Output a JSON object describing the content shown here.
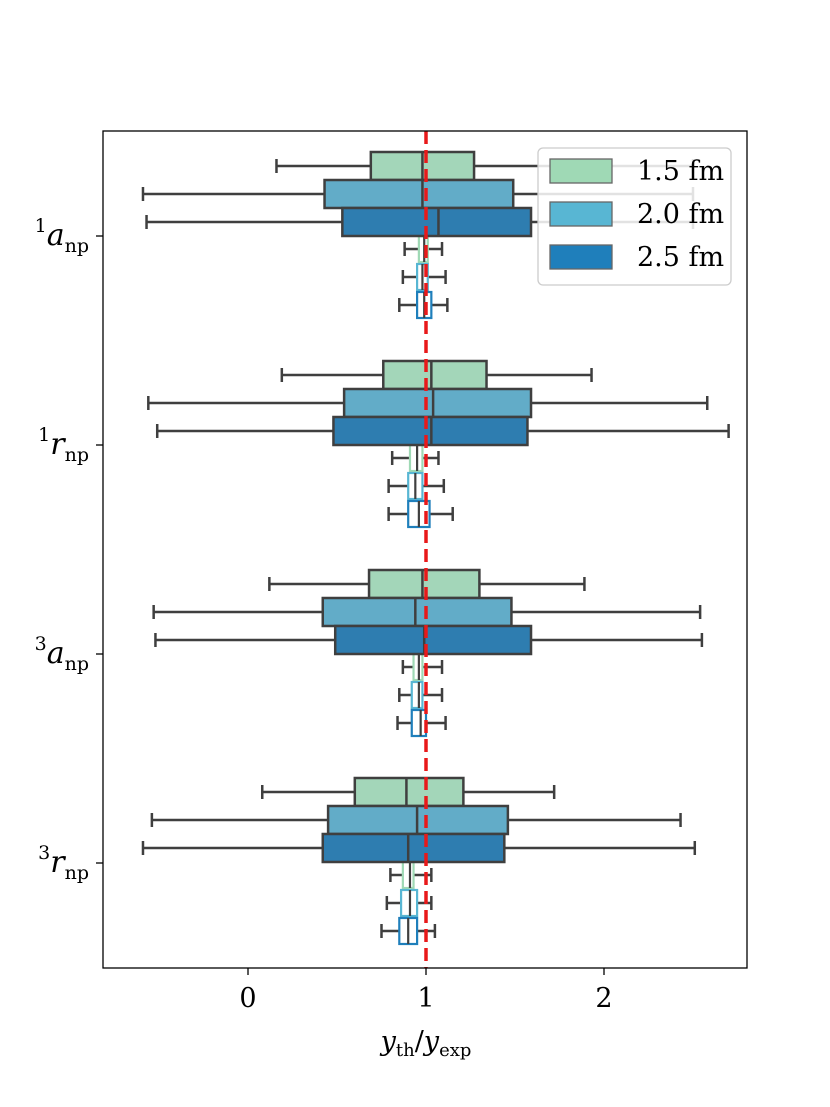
{
  "chart_data": {
    "type": "boxplot",
    "orientation": "horizontal",
    "title": "",
    "xlabel": {
      "main_1": "y",
      "sub_1": "th",
      "sep": "/",
      "main_2": "y",
      "sub_2": "exp"
    },
    "xlim": [
      -0.82,
      2.8
    ],
    "xticks": [
      {
        "value": 0,
        "label": "0"
      },
      {
        "value": 1,
        "label": "1"
      },
      {
        "value": 2,
        "label": "2"
      }
    ],
    "reference_line": {
      "x": 1,
      "color": "#e8191a",
      "style": "dashed"
    },
    "categories": [
      {
        "sup": "1",
        "main": "a",
        "sub": "np"
      },
      {
        "sup": "1",
        "main": "r",
        "sub": "np"
      },
      {
        "sup": "3",
        "main": "a",
        "sub": "np"
      },
      {
        "sup": "3",
        "main": "r",
        "sub": "np"
      }
    ],
    "legend": {
      "position": "upper right",
      "entries": [
        {
          "label": "1.5 fm",
          "color": "#9fd9b5"
        },
        {
          "label": "2.0 fm",
          "color": "#58b6d3"
        },
        {
          "label": "2.5 fm",
          "color": "#1f7fbb"
        }
      ]
    },
    "series": [
      {
        "name": "1.5 fm",
        "fill": "#a3d6b9",
        "color": "#9fd9b5",
        "wide": [
          {
            "whislo": 0.16,
            "q1": 0.69,
            "med": 0.98,
            "q3": 1.27,
            "whishi": 2.5
          },
          {
            "whislo": 0.19,
            "q1": 0.76,
            "med": 1.03,
            "q3": 1.34,
            "whishi": 1.93
          },
          {
            "whislo": 0.12,
            "q1": 0.68,
            "med": 0.98,
            "q3": 1.3,
            "whishi": 1.89
          },
          {
            "whislo": 0.08,
            "q1": 0.6,
            "med": 0.89,
            "q3": 1.21,
            "whishi": 1.72
          }
        ],
        "narrow": [
          {
            "whislo": 0.88,
            "q1": 0.96,
            "med": 0.99,
            "q3": 1.01,
            "whishi": 1.09
          },
          {
            "whislo": 0.81,
            "q1": 0.91,
            "med": 0.95,
            "q3": 0.98,
            "whishi": 1.07
          },
          {
            "whislo": 0.87,
            "q1": 0.93,
            "med": 0.96,
            "q3": 0.98,
            "whishi": 1.09
          },
          {
            "whislo": 0.8,
            "q1": 0.87,
            "med": 0.91,
            "q3": 0.93,
            "whishi": 1.03
          }
        ]
      },
      {
        "name": "2.0 fm",
        "fill": "#62acc8",
        "color": "#58b6d3",
        "wide": [
          {
            "whislo": -0.59,
            "q1": 0.43,
            "med": 0.98,
            "q3": 1.49,
            "whishi": 2.5
          },
          {
            "whislo": -0.56,
            "q1": 0.54,
            "med": 1.04,
            "q3": 1.59,
            "whishi": 2.58
          },
          {
            "whislo": -0.53,
            "q1": 0.42,
            "med": 0.94,
            "q3": 1.48,
            "whishi": 2.54
          },
          {
            "whislo": -0.54,
            "q1": 0.45,
            "med": 0.95,
            "q3": 1.46,
            "whishi": 2.43
          }
        ],
        "narrow": [
          {
            "whislo": 0.87,
            "q1": 0.95,
            "med": 0.98,
            "q3": 1.01,
            "whishi": 1.11
          },
          {
            "whislo": 0.79,
            "q1": 0.9,
            "med": 0.94,
            "q3": 0.98,
            "whishi": 1.1
          },
          {
            "whislo": 0.85,
            "q1": 0.92,
            "med": 0.96,
            "q3": 0.98,
            "whishi": 1.09
          },
          {
            "whislo": 0.78,
            "q1": 0.86,
            "med": 0.91,
            "q3": 0.95,
            "whishi": 1.03
          }
        ]
      },
      {
        "name": "2.5 fm",
        "fill": "#2e7db0",
        "color": "#1f7fbb",
        "wide": [
          {
            "whislo": -0.57,
            "q1": 0.53,
            "med": 1.07,
            "q3": 1.59,
            "whishi": 2.5
          },
          {
            "whislo": -0.51,
            "q1": 0.48,
            "med": 1.03,
            "q3": 1.57,
            "whishi": 2.7
          },
          {
            "whislo": -0.52,
            "q1": 0.49,
            "med": 0.99,
            "q3": 1.59,
            "whishi": 2.55
          },
          {
            "whislo": -0.59,
            "q1": 0.42,
            "med": 0.9,
            "q3": 1.44,
            "whishi": 2.51
          }
        ],
        "narrow": [
          {
            "whislo": 0.85,
            "q1": 0.95,
            "med": 0.99,
            "q3": 1.03,
            "whishi": 1.12
          },
          {
            "whislo": 0.79,
            "q1": 0.9,
            "med": 0.96,
            "q3": 1.02,
            "whishi": 1.15
          },
          {
            "whislo": 0.84,
            "q1": 0.92,
            "med": 0.97,
            "q3": 1.0,
            "whishi": 1.11
          },
          {
            "whislo": 0.75,
            "q1": 0.85,
            "med": 0.9,
            "q3": 0.95,
            "whishi": 1.05
          }
        ]
      }
    ]
  }
}
